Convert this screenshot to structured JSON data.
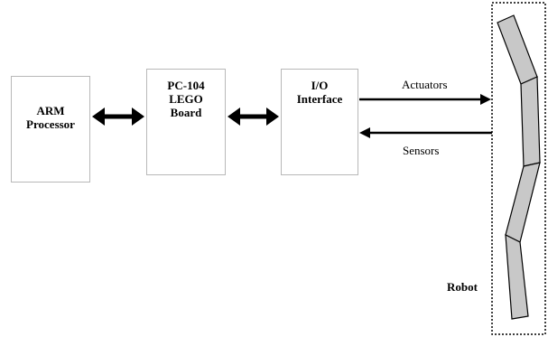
{
  "blocks": {
    "arm": [
      "ARM",
      "Processor"
    ],
    "pc104": [
      "PC-104",
      "LEGO",
      "Board"
    ],
    "io": [
      "I/O",
      "Interface"
    ]
  },
  "signals": {
    "actuators": "Actuators",
    "sensors": "Sensors"
  },
  "robot": {
    "label": "Robot",
    "segments": 4
  }
}
